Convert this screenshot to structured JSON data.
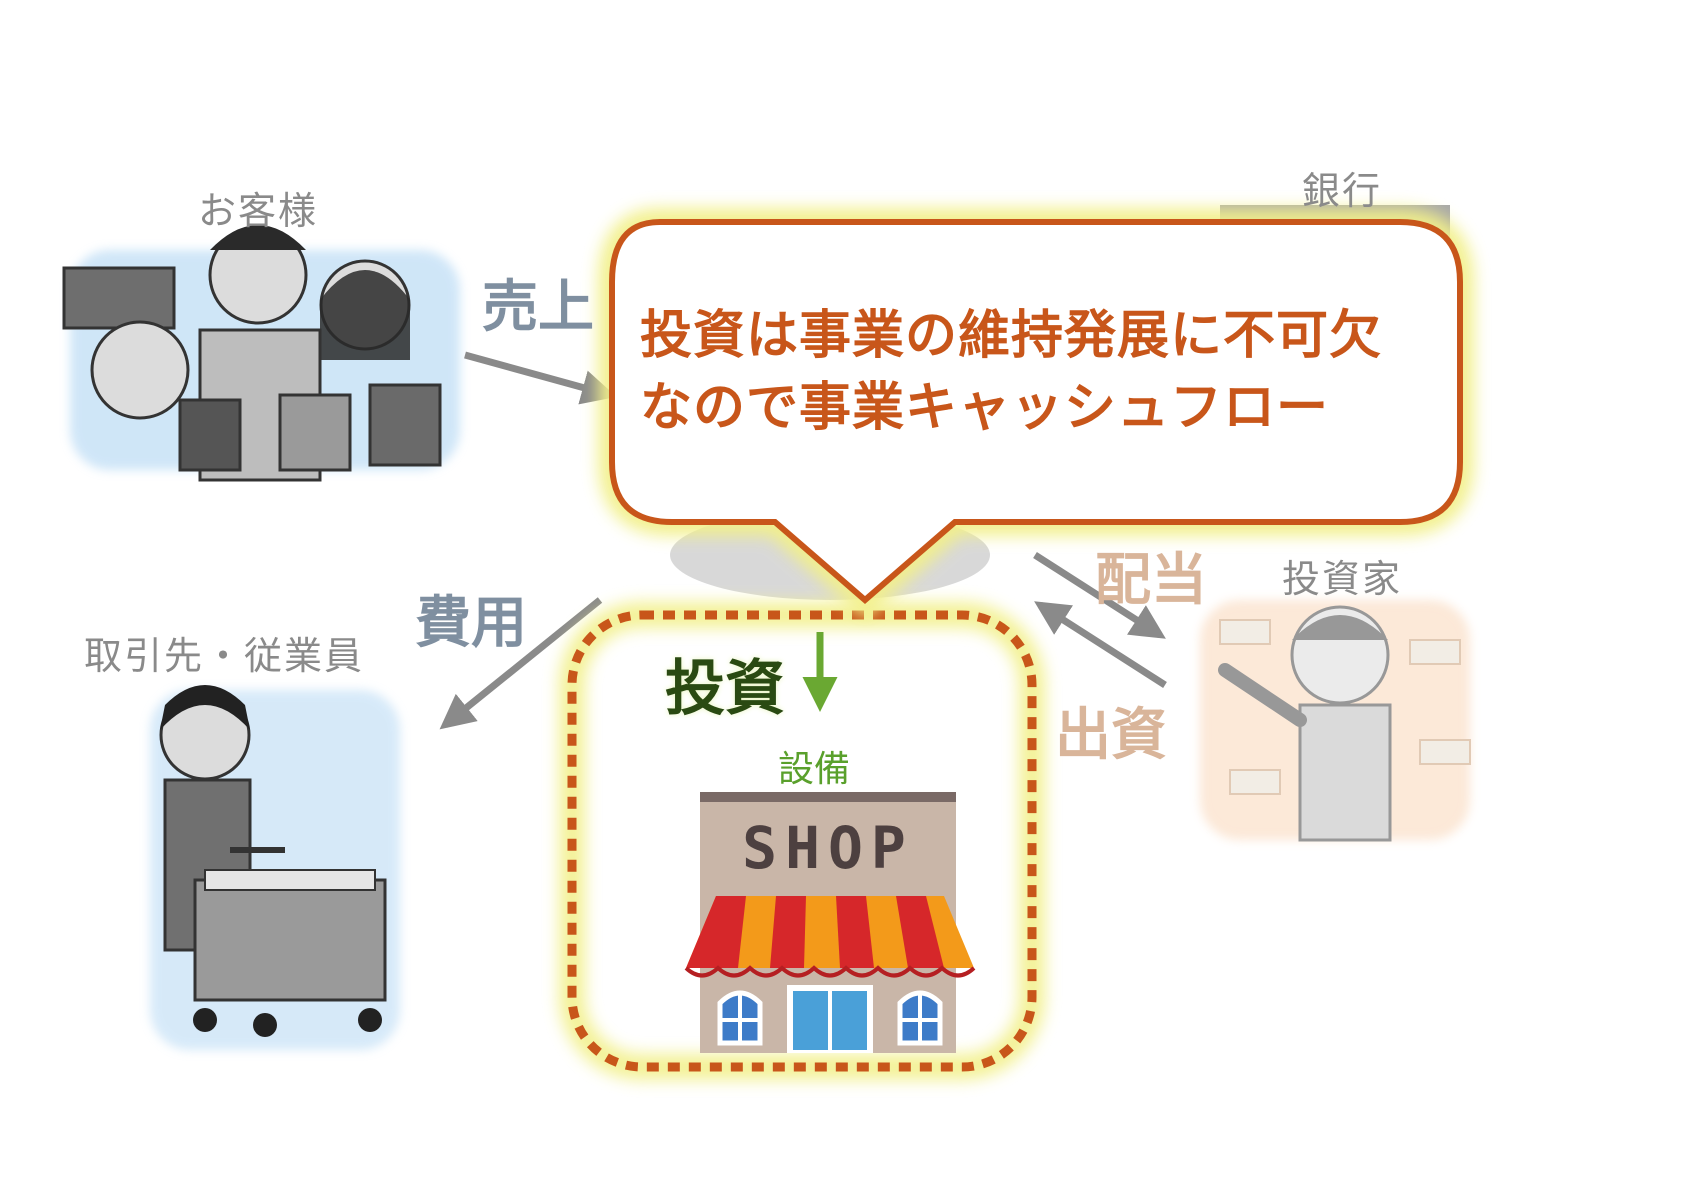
{
  "nodes": {
    "customers": "お客様",
    "bank": "銀行",
    "suppliers": "取引先・従業員",
    "investors": "投資家",
    "equipment": "設備"
  },
  "flows": {
    "sales": "売上",
    "expenses": "費用",
    "dividends": "配当",
    "capital": "出資",
    "investment": "投資"
  },
  "bubble": {
    "line1": "投資は事業の維持発展に不可欠",
    "line2": "なので事業キャッシュフロー"
  },
  "shop_sign": "SHOP",
  "colors": {
    "bubble_border": "#c8561a",
    "bubble_glow": "#f2f08a",
    "dotted_frame": "#c8561a",
    "investment_arrow": "#6aa832",
    "gray_arrow": "#8a8a8a"
  }
}
